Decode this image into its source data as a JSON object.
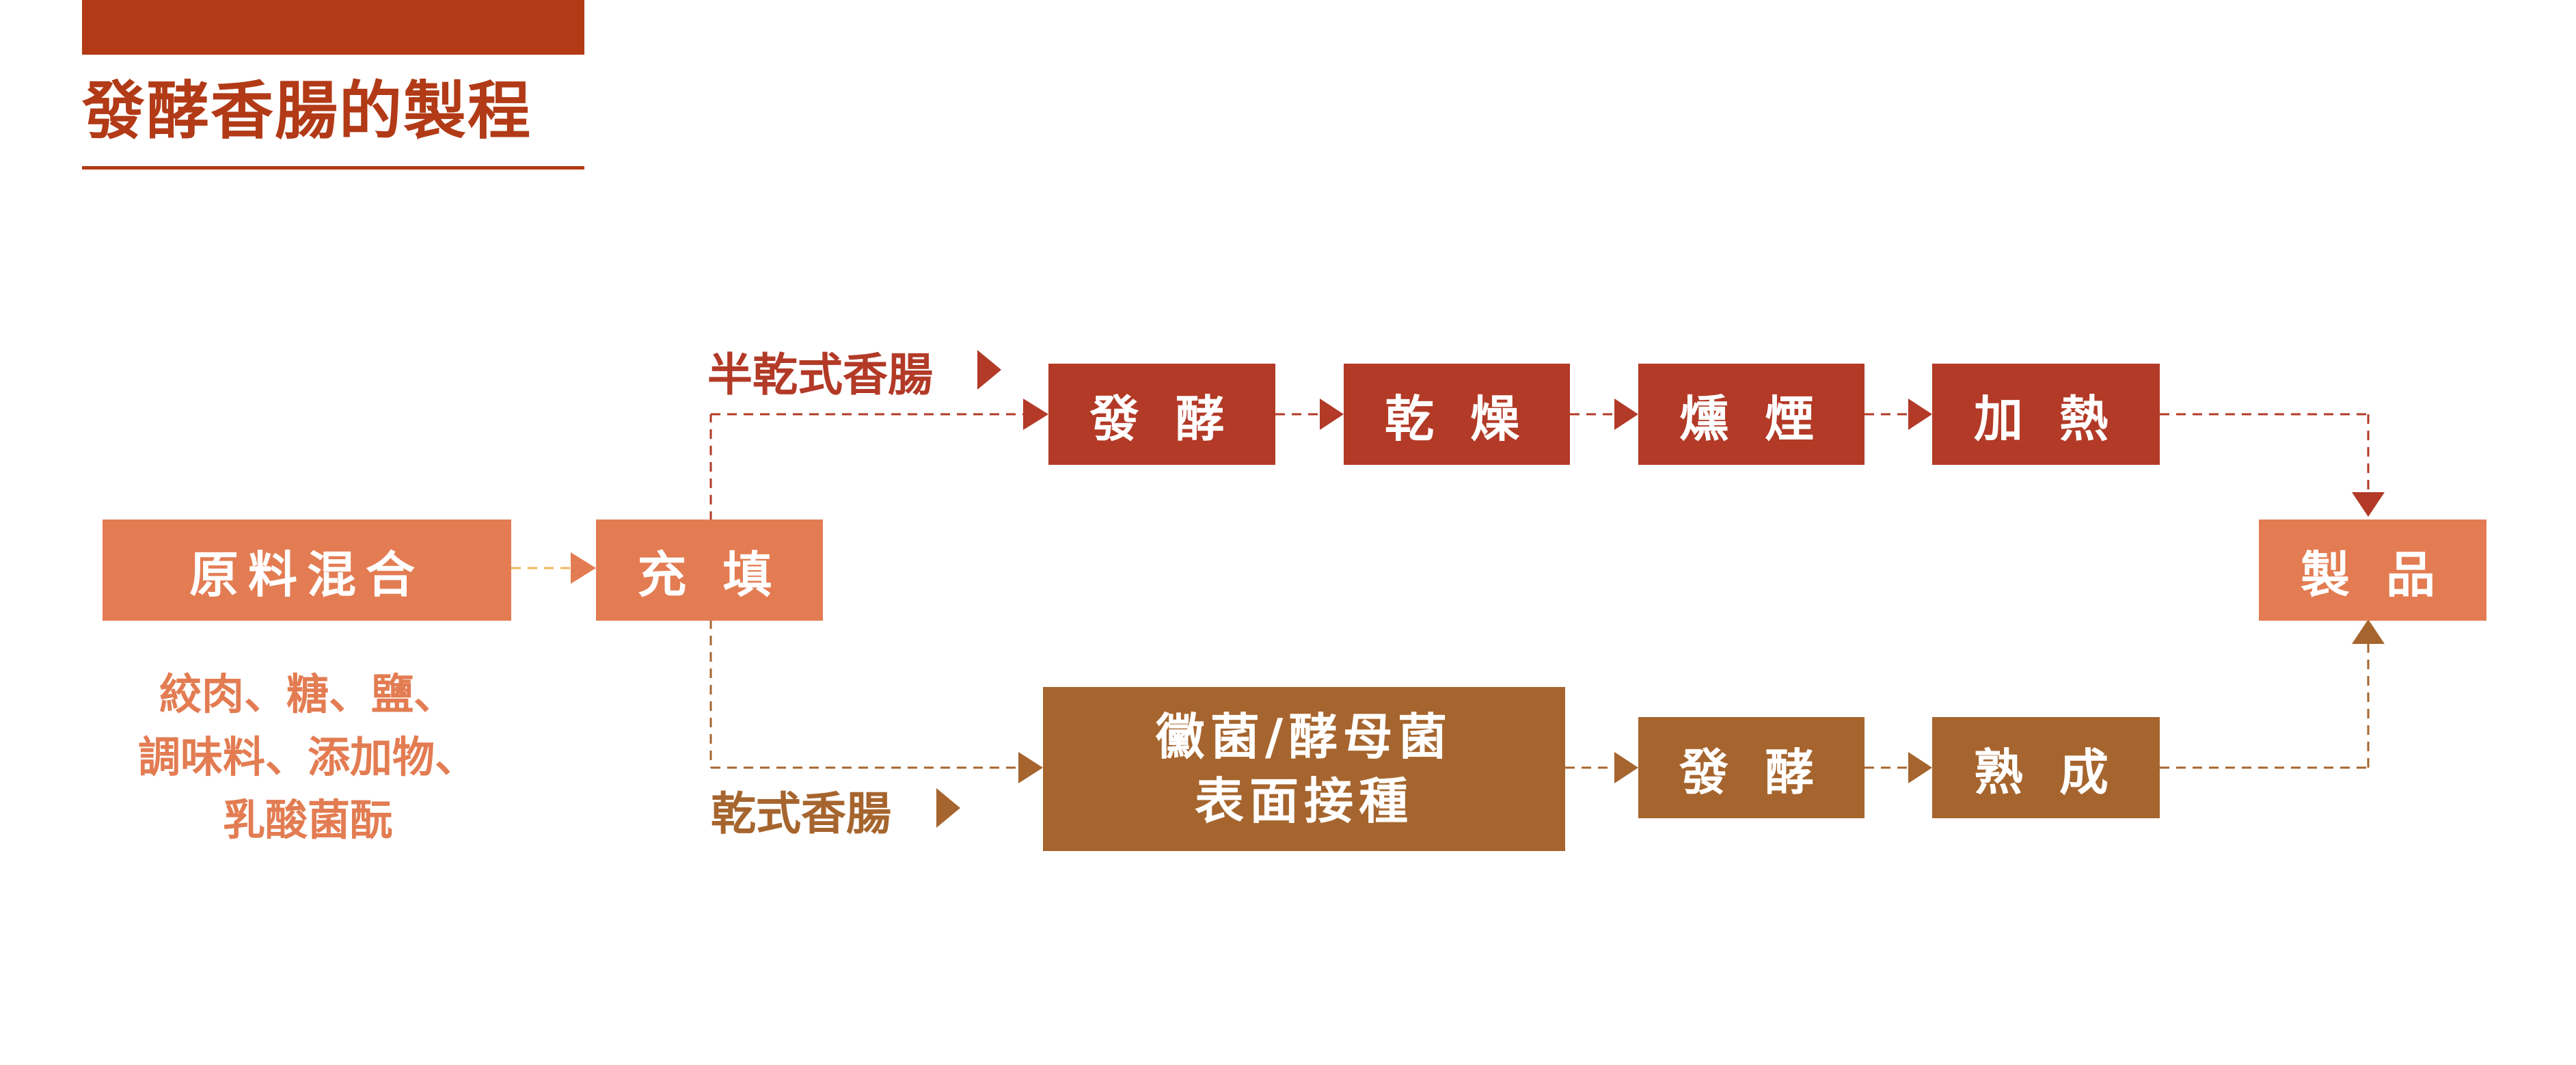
{
  "title": "發酵香腸的製程",
  "colors": {
    "title": "#b23a17",
    "orange": "#e37c52",
    "red": "#b23a27",
    "brown": "#a6652e"
  },
  "start": {
    "mix": "原料混合",
    "ingredients": [
      "絞肉、糖、鹽、",
      "調味料、添加物、",
      "乳酸菌酛"
    ],
    "fill": "充 填"
  },
  "semi_dry": {
    "label": "半乾式香腸",
    "steps": [
      "發 酵",
      "乾 燥",
      "燻 煙",
      "加 熱"
    ]
  },
  "dry": {
    "label": "乾式香腸",
    "inoculation": [
      "黴菌/酵母菌",
      "表面接種"
    ],
    "steps": [
      "發 酵",
      "熟 成"
    ]
  },
  "product": "製 品"
}
